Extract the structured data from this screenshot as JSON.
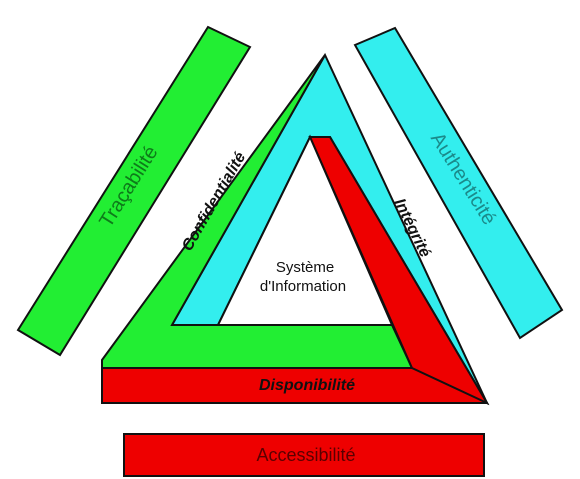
{
  "diagram": {
    "center_label_line1": "Système",
    "center_label_line2": "d'Information",
    "triangle": {
      "left_side": "Confidentialité",
      "right_side": "Intégrité",
      "bottom_side": "Disponibilité"
    },
    "outer_bars": {
      "left": "Traçabilité",
      "right": "Authenticité",
      "bottom": "Accessibilité"
    },
    "colors": {
      "green": "#22ee33",
      "cyan": "#33eeee",
      "red": "#ee0000",
      "outline": "#111111",
      "background": "#ffffff"
    }
  }
}
